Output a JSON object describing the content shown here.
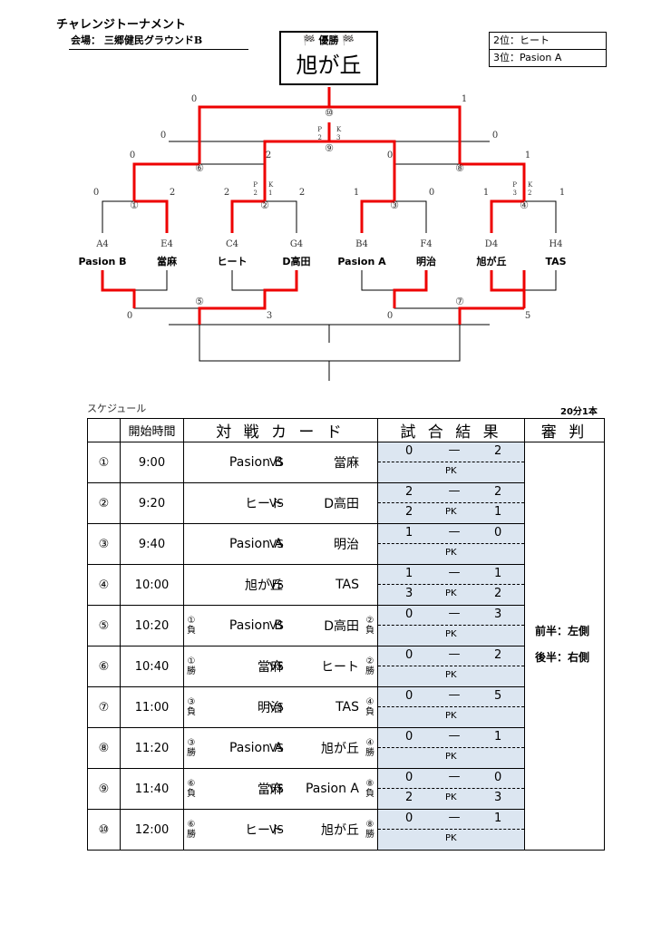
{
  "header": {
    "title": "チャレンジトーナメント",
    "venue": "会場： 三郷健民グラウンドB"
  },
  "winner": {
    "label": "🏁 優勝 🏁",
    "name": "旭が丘"
  },
  "ranking": [
    "2位：ヒート",
    "3位：Pasion A"
  ],
  "bracket": {
    "slots": [
      "A4",
      "E4",
      "C4",
      "G4",
      "B4",
      "F4",
      "D4",
      "H4"
    ],
    "teams": [
      "Pasion B",
      "當麻",
      "ヒート",
      "D高田",
      "Pasion A",
      "明治",
      "旭が丘",
      "TAS"
    ],
    "match_numbers": [
      "①",
      "②",
      "③",
      "④",
      "⑤",
      "⑥",
      "⑦",
      "⑧",
      "⑨",
      "⑩"
    ],
    "scores": {
      "m1": [
        "0",
        "2"
      ],
      "m2": [
        "2",
        "2"
      ],
      "m3": [
        "1",
        "0"
      ],
      "m4": [
        "1",
        "1"
      ],
      "m5": [
        "0",
        "3"
      ],
      "m6": [
        "0",
        "2"
      ],
      "m7": [
        "0",
        "5"
      ],
      "m8": [
        "0",
        "1"
      ],
      "m9": [
        "0",
        "0"
      ],
      "m10": [
        "0",
        "1"
      ]
    },
    "pk": {
      "m2": [
        "P",
        "K",
        "2",
        "1"
      ],
      "m4": [
        "P",
        "K",
        "3",
        "2"
      ],
      "m9": [
        "P",
        "K",
        "2",
        "3"
      ]
    }
  },
  "schedule": {
    "title": "スケジュール",
    "note": "20分1本",
    "headers": [
      "開始時間",
      "対 戦 カ ー ド",
      "試 合 結 果",
      "審 判"
    ],
    "vs": "VS",
    "dash": "—",
    "pk_label": "PK",
    "referee": [
      "前半：左側",
      "後半：右側"
    ],
    "rows": [
      {
        "num": "①",
        "time": "9:00",
        "pre_a": "",
        "a": "Pasion B",
        "b": "當麻",
        "pre_b": "",
        "sa": "0",
        "sb": "2",
        "pka": "",
        "pkb": ""
      },
      {
        "num": "②",
        "time": "9:20",
        "pre_a": "",
        "a": "ヒート",
        "b": "D高田",
        "pre_b": "",
        "sa": "2",
        "sb": "2",
        "pka": "2",
        "pkb": "1"
      },
      {
        "num": "③",
        "time": "9:40",
        "pre_a": "",
        "a": "Pasion A",
        "b": "明治",
        "pre_b": "",
        "sa": "1",
        "sb": "0",
        "pka": "",
        "pkb": ""
      },
      {
        "num": "④",
        "time": "10:00",
        "pre_a": "",
        "a": "旭が丘",
        "b": "TAS",
        "pre_b": "",
        "sa": "1",
        "sb": "1",
        "pka": "3",
        "pkb": "2"
      },
      {
        "num": "⑤",
        "time": "10:20",
        "pre_a": "①負",
        "a": "Pasion B",
        "b": "D高田",
        "pre_b": "②負",
        "sa": "0",
        "sb": "3",
        "pka": "",
        "pkb": ""
      },
      {
        "num": "⑥",
        "time": "10:40",
        "pre_a": "①勝",
        "a": "當麻",
        "b": "ヒート",
        "pre_b": "②勝",
        "sa": "0",
        "sb": "2",
        "pka": "",
        "pkb": ""
      },
      {
        "num": "⑦",
        "time": "11:00",
        "pre_a": "③負",
        "a": "明治",
        "b": "TAS",
        "pre_b": "④負",
        "sa": "0",
        "sb": "5",
        "pka": "",
        "pkb": ""
      },
      {
        "num": "⑧",
        "time": "11:20",
        "pre_a": "③勝",
        "a": "Pasion A",
        "b": "旭が丘",
        "pre_b": "④勝",
        "sa": "0",
        "sb": "1",
        "pka": "",
        "pkb": ""
      },
      {
        "num": "⑨",
        "time": "11:40",
        "pre_a": "⑥負",
        "a": "當麻",
        "b": "Pasion A",
        "pre_b": "⑧負",
        "sa": "0",
        "sb": "0",
        "pka": "2",
        "pkb": "3"
      },
      {
        "num": "⑩",
        "time": "12:00",
        "pre_a": "⑥勝",
        "a": "ヒート",
        "b": "旭が丘",
        "pre_b": "⑧勝",
        "sa": "0",
        "sb": "1",
        "pka": "",
        "pkb": ""
      }
    ]
  }
}
